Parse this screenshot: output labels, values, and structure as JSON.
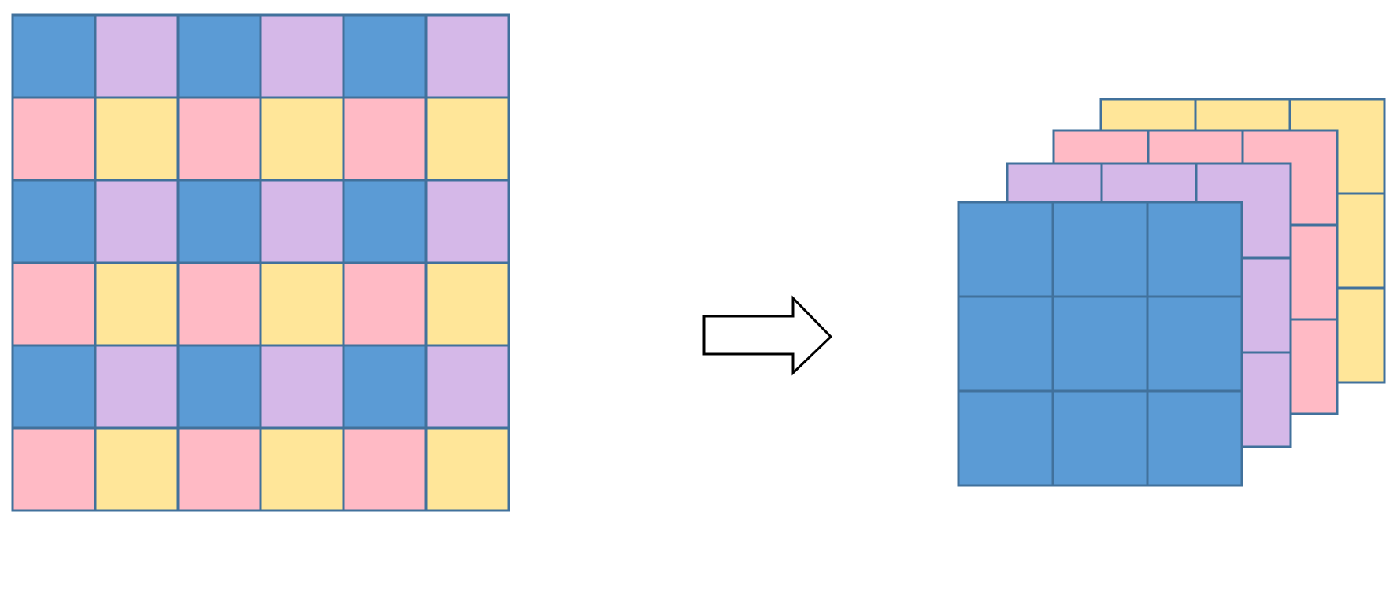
{
  "palette": {
    "blue": "#5b9bd5",
    "purple": "#d5b8e8",
    "pink": "#ffbac5",
    "yellow": "#ffe699",
    "grid_line": "#41719c",
    "arrow_stroke": "#000000",
    "arrow_fill": "#ffffff"
  },
  "input_grid": {
    "rows": 6,
    "cols": 6,
    "pattern": [
      [
        "blue",
        "purple",
        "blue",
        "purple",
        "blue",
        "purple"
      ],
      [
        "pink",
        "yellow",
        "pink",
        "yellow",
        "pink",
        "yellow"
      ],
      [
        "blue",
        "purple",
        "blue",
        "purple",
        "blue",
        "purple"
      ],
      [
        "pink",
        "yellow",
        "pink",
        "yellow",
        "pink",
        "yellow"
      ],
      [
        "blue",
        "purple",
        "blue",
        "purple",
        "blue",
        "purple"
      ],
      [
        "pink",
        "yellow",
        "pink",
        "yellow",
        "pink",
        "yellow"
      ]
    ]
  },
  "output_stack": {
    "rows": 3,
    "cols": 3,
    "layers_back_to_front": [
      "yellow",
      "pink",
      "purple",
      "blue"
    ]
  },
  "arrow": {
    "direction": "right",
    "style": "outlined"
  }
}
